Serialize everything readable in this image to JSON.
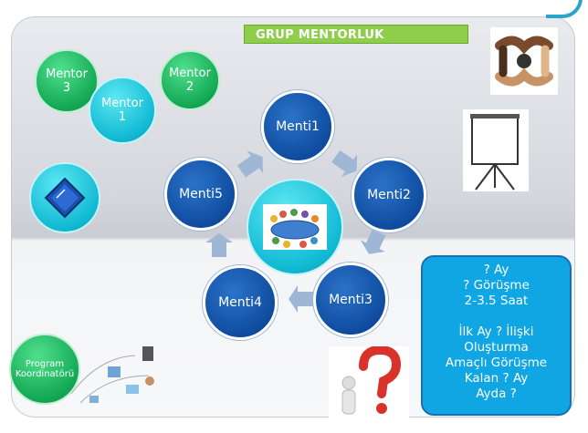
{
  "title": "GRUP MENTORLUK",
  "mentors": [
    {
      "line1": "Mentor",
      "line2": "3"
    },
    {
      "line1": "Mentor",
      "line2": "1"
    },
    {
      "line1": "Mentor",
      "line2": "2"
    }
  ],
  "mentis": [
    "Menti1",
    "Menti2",
    "Menti3",
    "Menti4",
    "Menti5"
  ],
  "coordinator": {
    "line1": "Program",
    "line2": "Koordinatörü"
  },
  "info_lines": [
    "? Ay",
    "? Görüşme",
    "2-3.5 Saat",
    "",
    "İlk Ay ? İlişki",
    "Oluşturma",
    "Amaçlı Görüşme",
    "Kalan ? Ay",
    "Ayda ?"
  ],
  "colors": {
    "title_bg": "#8fce4a",
    "mentor_green": "#13a853",
    "mentor_cyan": "#11b9d3",
    "menti_blue": "#0f4c9f",
    "info_bg": "#0fa6e3",
    "question_mark": "#d9322b"
  },
  "icons": [
    "handshake-hands-icon",
    "flipchart-icon",
    "book-icon",
    "meeting-table-icon",
    "question-person-icon",
    "coordinator-diagram-icon"
  ]
}
